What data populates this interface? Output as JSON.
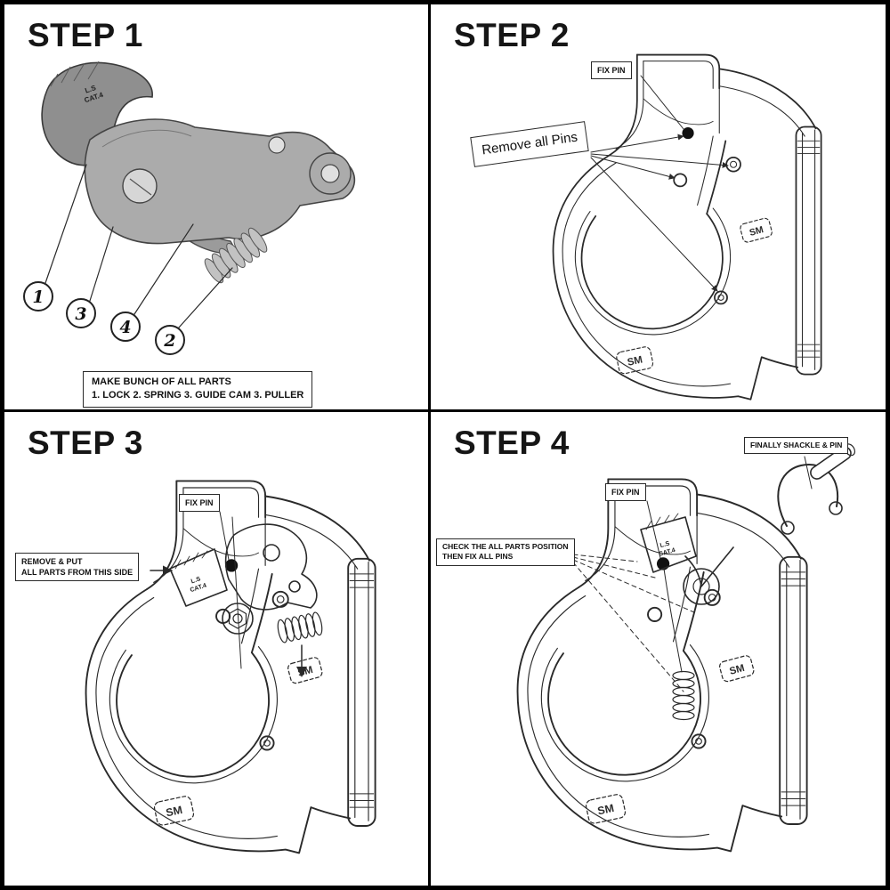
{
  "step1": {
    "title": "STEP 1",
    "note_line1": "MAKE BUNCH OF ALL PARTS",
    "note_line2": "1. LOCK 2. SPRING 3. GUIDE CAM 3. PULLER",
    "callouts": [
      "1",
      "3",
      "4",
      "2"
    ],
    "marking_line1": "L.S",
    "marking_line2": "CAT.4"
  },
  "step2": {
    "title": "STEP 2",
    "fix_pin": "FIX PIN",
    "remove_all_pins": "Remove all Pins"
  },
  "step3": {
    "title": "STEP 3",
    "fix_pin": "FIX PIN",
    "remove_put_line1": "REMOVE & PUT",
    "remove_put_line2": "ALL PARTS FROM THIS SIDE",
    "marking_line1": "L.S",
    "marking_line2": "CAT.4"
  },
  "step4": {
    "title": "STEP 4",
    "fix_pin": "FIX PIN",
    "finally_label": "FINALLY SHACKLE & PIN",
    "check_line1": "CHECK THE ALL PARTS POSITION",
    "check_line2": "THEN FIX ALL PINS",
    "marking_line1": "L.S",
    "marking_line2": "CAT.4"
  },
  "logo": {
    "stamp": "SM"
  },
  "colors": {
    "line": "#2a2a2a",
    "part_dark": "#8f8f8f",
    "part_mid": "#ababab"
  }
}
